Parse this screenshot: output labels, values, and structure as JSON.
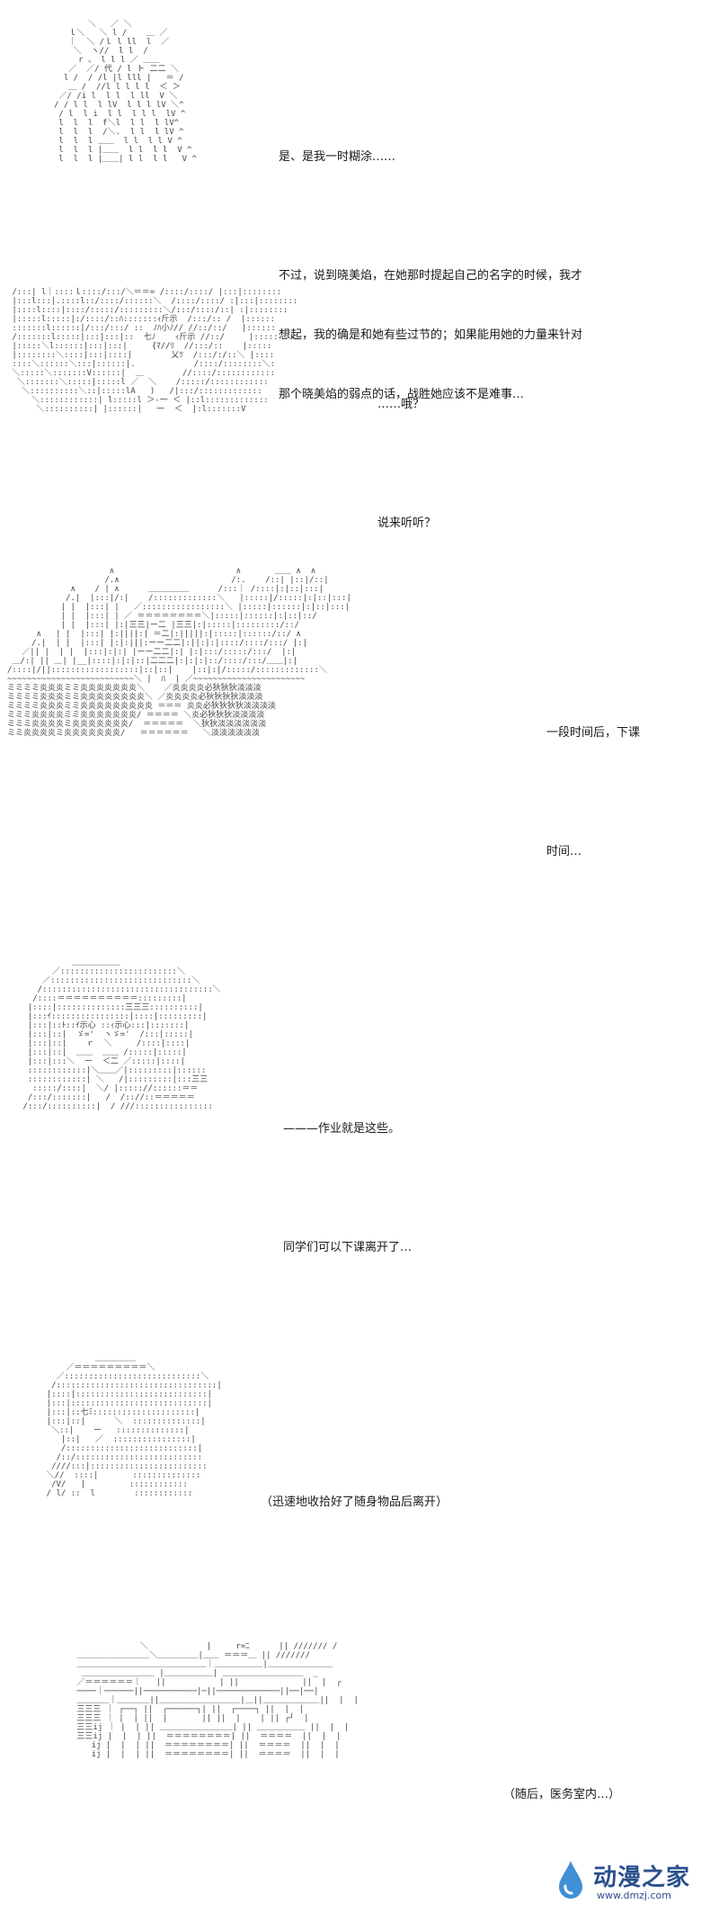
{
  "panels": [
    {
      "lines": [
        "是、是我一时糊涂……",
        "",
        "不过，说到晓美焰，在她那时提起自己的名字的时候，我才",
        "想起，我的确是和她有些过节的；如果能用她的力量来针对",
        "那个晓美焰的弱点的话，战胜她应该不是难事…"
      ]
    },
    {
      "lines": [
        "……哦？",
        "",
        "说来听听？"
      ]
    },
    {
      "lines": [
        "一段时间后，下课",
        "",
        "时间…"
      ]
    },
    {
      "lines": [
        "———作业就是这些。",
        "",
        "同学们可以下课离开了…"
      ]
    },
    {
      "lines": [
        "（迅速地收拾好了随身物品后离开）"
      ]
    },
    {
      "lines": [
        "（随后，医务室内…）"
      ]
    }
  ],
  "watermark": {
    "name": "动漫之家",
    "url": "www.dmzj.com",
    "accent": "#2a4f8c"
  },
  "colors": {
    "art": "#444444",
    "text": "#1a1a1a"
  }
}
